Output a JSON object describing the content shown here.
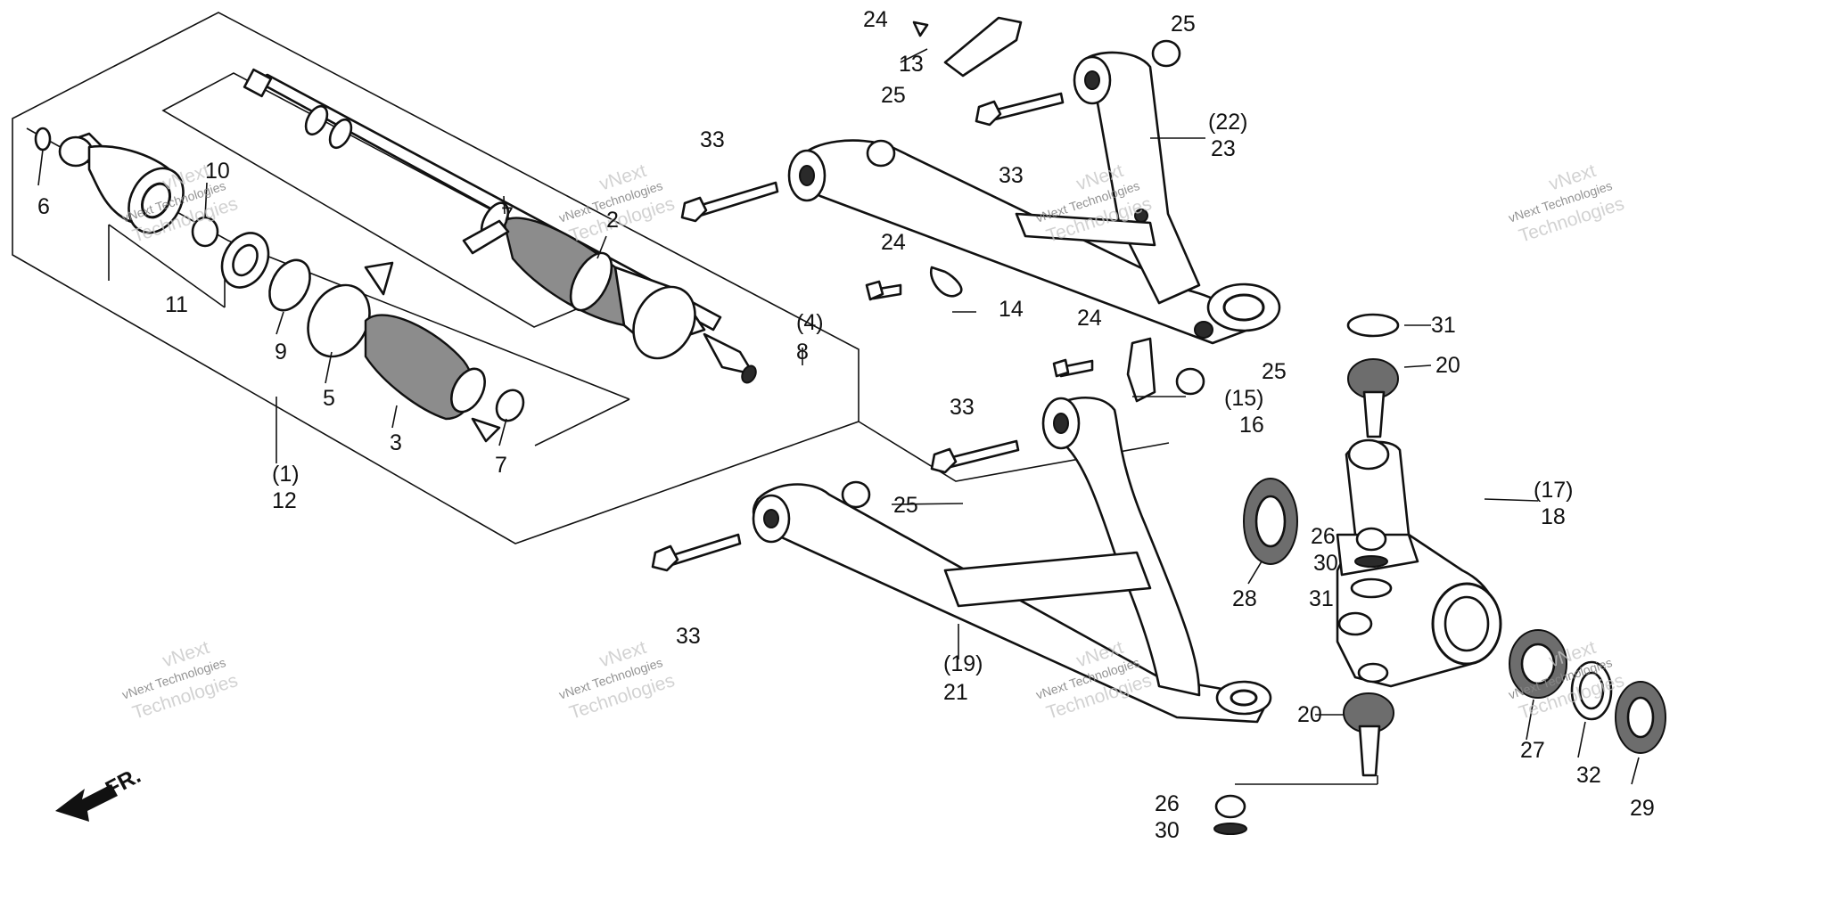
{
  "diagram": {
    "callouts": [
      "6",
      "10",
      "11",
      "9",
      "5",
      "3",
      "7",
      "(1)",
      "12",
      "7",
      "2",
      "(4)",
      "8",
      "24",
      "13",
      "25",
      "25",
      "33",
      "33",
      "(22)",
      "23",
      "24",
      "14",
      "24",
      "25",
      "(15)",
      "16",
      "33",
      "25",
      "33",
      "(19)",
      "21",
      "31",
      "20",
      "(17)",
      "18",
      "26",
      "30",
      "31",
      "28",
      "20",
      "27",
      "32",
      "29",
      "26",
      "30"
    ],
    "watermark": {
      "lines": [
        "vNext",
        "vNext Technologies",
        "Technologies"
      ]
    },
    "direction_label": "FR."
  }
}
